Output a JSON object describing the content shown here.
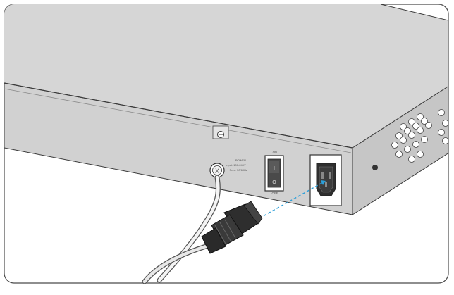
{
  "figure": {
    "power_labels": {
      "line1": "POWER",
      "line2": "Input: 100-240V~",
      "line3": "Freq: 50/60Hz"
    },
    "switch_labels": {
      "on": "ON",
      "off": "OFF",
      "on_mark": "I",
      "off_mark": "O"
    },
    "ground_label": "X"
  },
  "colors": {
    "device_body": "#d9d9d9",
    "device_side": "#c9c9c9",
    "outline": "#3a3a3a",
    "connection_line": "#2b9fd9",
    "plug": "#2e2e2e"
  },
  "icons": [
    "ground-screw-icon",
    "vent-grid-icon",
    "power-socket-icon",
    "power-plug-icon",
    "rocker-switch-icon"
  ]
}
